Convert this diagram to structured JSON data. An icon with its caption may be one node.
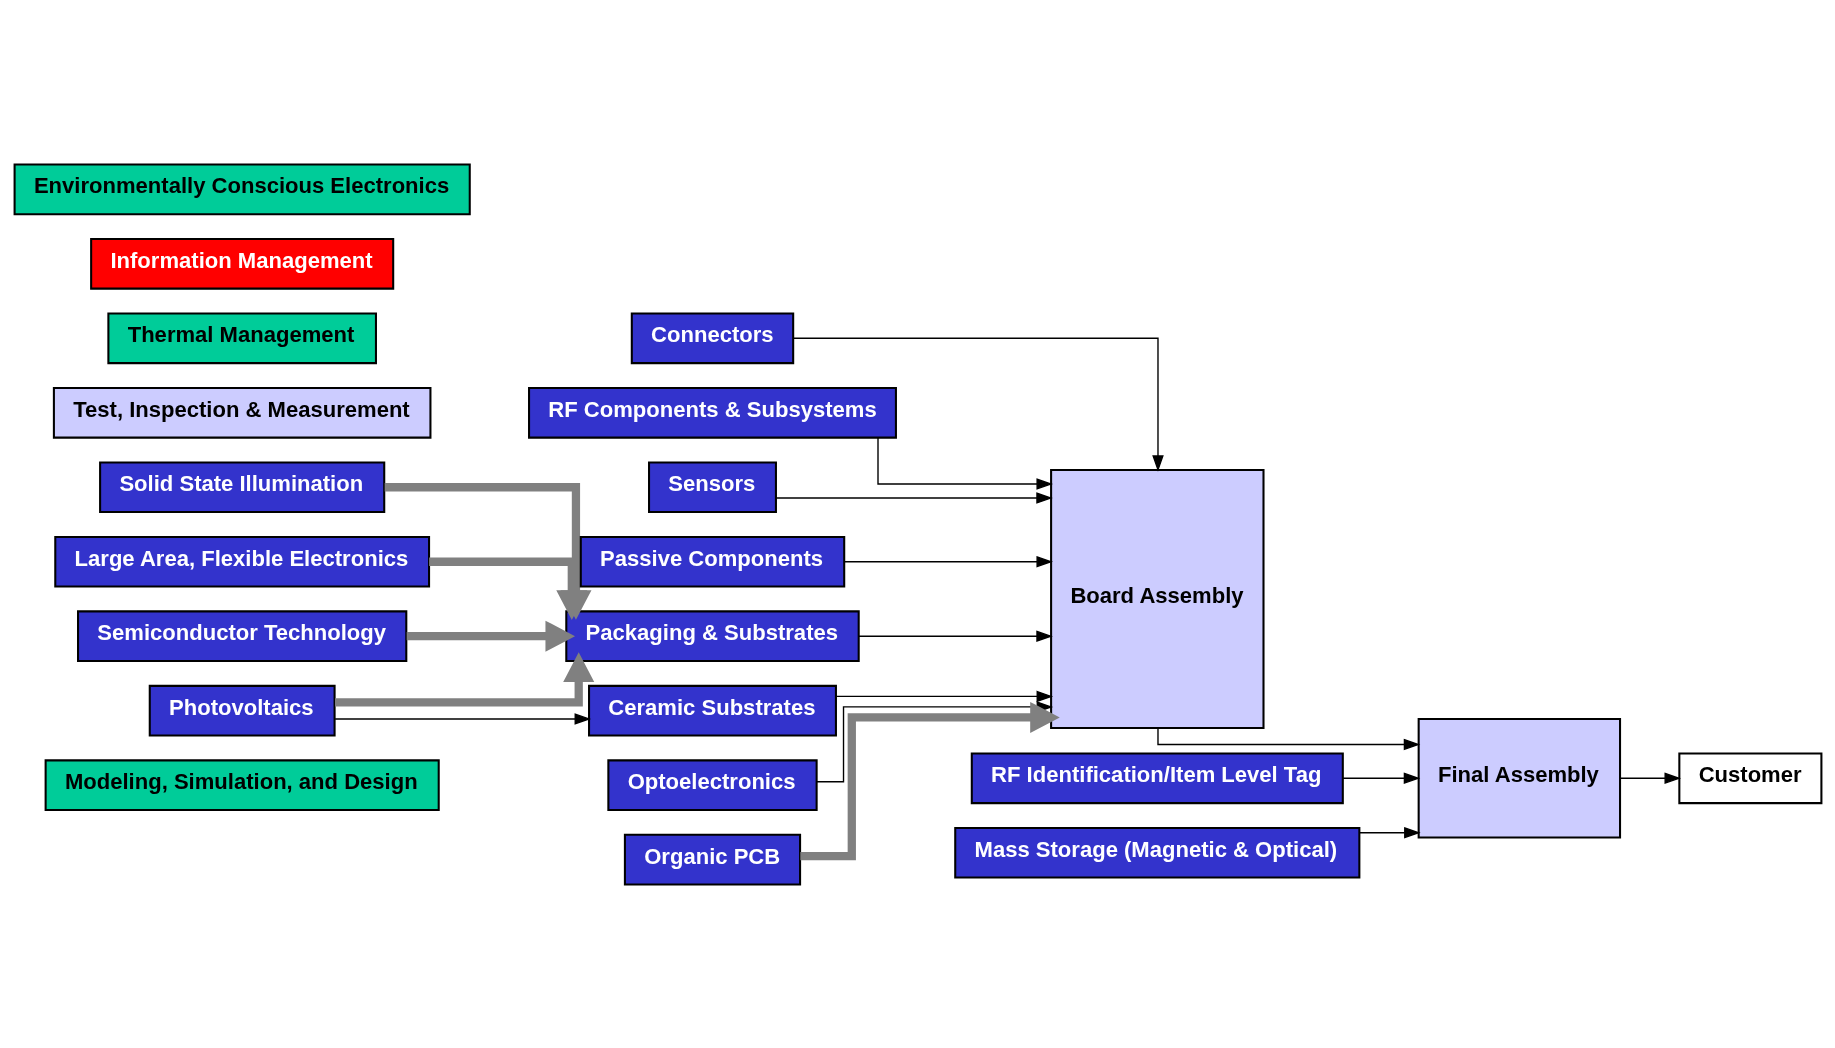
{
  "diagram": {
    "nodes": [
      {
        "text": [
          "Modeling, Simulation, and Design"
        ]
      },
      {
        "text": [
          "Connectors"
        ]
      },
      {
        "text": [
          "RF Components & Subsystems"
        ]
      },
      {
        "text": [
          "Test, Inspection & Measurement"
        ]
      },
      {
        "text": [
          "Solid State Illumination"
        ]
      },
      {
        "text": [
          "Sensors"
        ]
      },
      {
        "text": [
          "Passive Components"
        ]
      },
      {
        "text": [
          "Thermal Management"
        ]
      },
      {
        "text": [
          "Large Area, Flexible Electronics"
        ]
      },
      {
        "text": [
          "Packaging & Substrates"
        ]
      },
      {
        "text": [
          "Optoelectronics"
        ]
      },
      {
        "text": [
          "Semiconductor Technology"
        ]
      },
      {
        "text": [
          "Photovoltaics"
        ]
      },
      {
        "text": [
          "RF Identification/Item Level Tag"
        ]
      },
      {
        "text": [
          "Ceramic Substrates"
        ]
      },
      {
        "text": [
          "Mass Storage (Magnetic & Optical)"
        ]
      },
      {
        "text": [
          "Organic PCB"
        ]
      },
      {
        "text": [
          "Board Assembly"
        ]
      },
      {
        "text": [
          "Final Assembly"
        ]
      },
      {
        "text": [
          "Customer"
        ]
      },
      {
        "text": [
          "Information Management"
        ]
      },
      {
        "text": [
          "Environmentally Conscious Electronics"
        ]
      }
    ],
    "edges": [
      {
        "from": 4,
        "to": 9,
        "arrow": "to",
        "style": "thick",
        "color": "#808080"
      },
      {
        "from": 8,
        "to": 9,
        "arrow": "to",
        "style": "thick",
        "color": "#808080"
      },
      {
        "from": 11,
        "to": 9,
        "arrow": "to",
        "style": "thick",
        "color": "#808080"
      },
      {
        "from": 12,
        "to": 9,
        "arrow": "to",
        "style": "thick",
        "color": "#808080"
      },
      {
        "from": 12,
        "to": 14,
        "arrow": "to"
      },
      {
        "from": 14,
        "to": 17,
        "arrow": "to"
      },
      {
        "from": 9,
        "to": 17,
        "arrow": "to"
      },
      {
        "from": 5,
        "to": 17,
        "arrow": "to"
      },
      {
        "from": 1,
        "to": 17,
        "arrow": "to"
      },
      {
        "from": 2,
        "to": 17,
        "arrow": "to"
      },
      {
        "from": 6,
        "to": 17,
        "arrow": "to"
      },
      {
        "from": 10,
        "to": 17,
        "arrow": "to"
      },
      {
        "from": 16,
        "to": 17,
        "arrow": "to",
        "style": "thick",
        "color": "#808080"
      },
      {
        "from": 17,
        "to": 18,
        "arrow": "to"
      },
      {
        "from": 13,
        "to": 18,
        "arrow": "to"
      },
      {
        "from": 15,
        "to": 18,
        "arrow": "to"
      },
      {
        "from": 18,
        "to": 19,
        "arrow": "to"
      }
    ]
  }
}
